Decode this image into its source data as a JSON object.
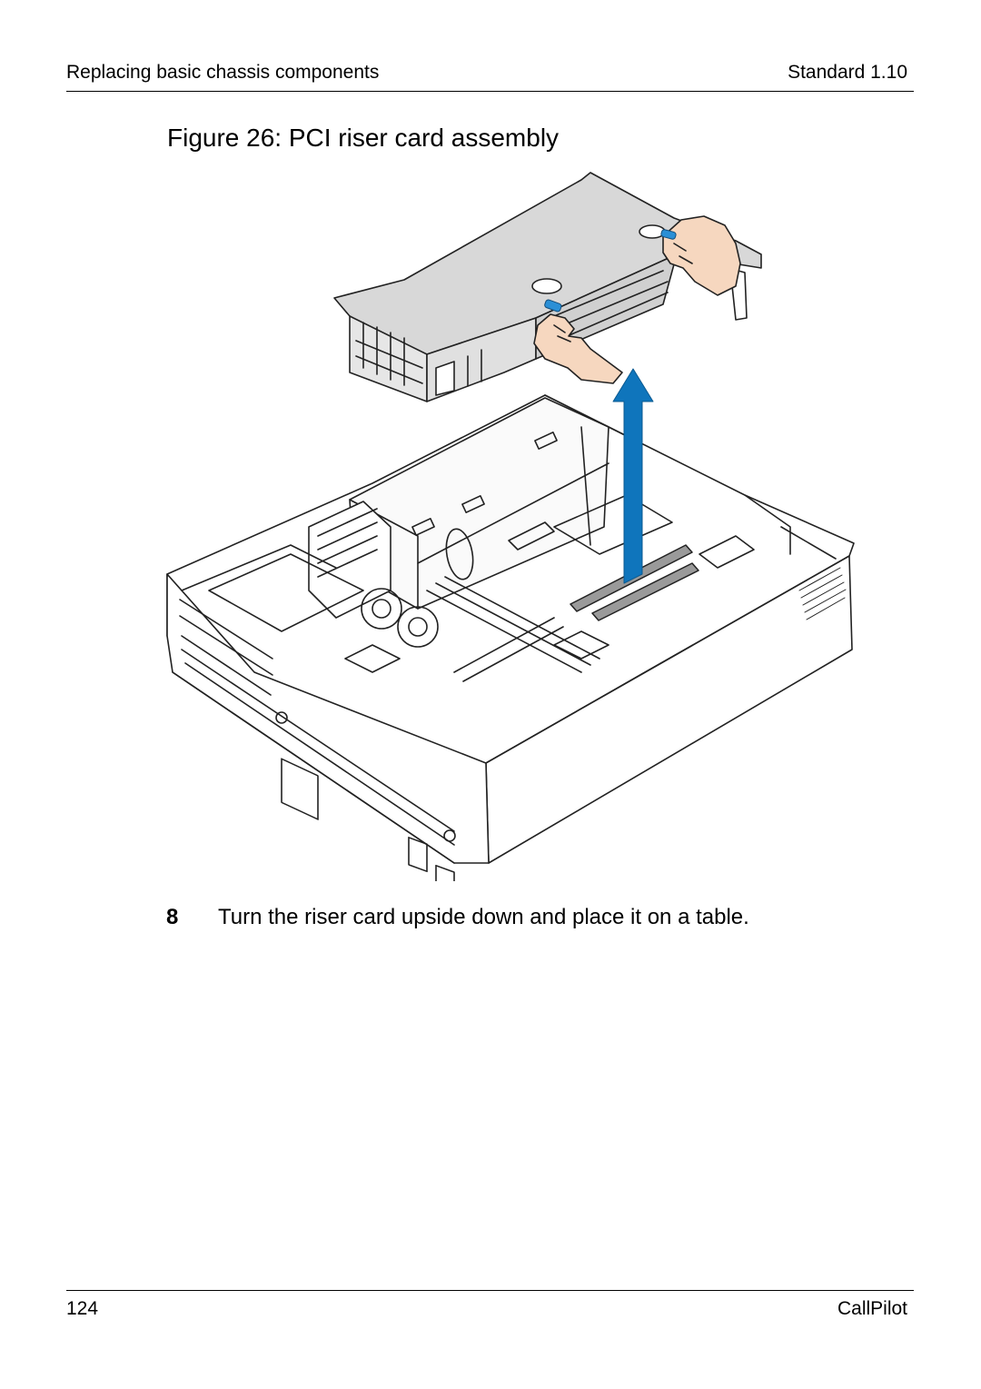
{
  "header": {
    "section": "Replacing basic chassis components",
    "version": "Standard 1.10"
  },
  "figure": {
    "caption": "Figure 26: PCI riser card assembly"
  },
  "steps": [
    {
      "number": "8",
      "text": "Turn the riser card upside down and place it on a table."
    }
  ],
  "footer": {
    "page_number": "124",
    "product": "CallPilot"
  },
  "colors": {
    "arrow": "#0f75bc",
    "tab": "#2a8fd6",
    "riser_cage": "#d8d8d8",
    "skin": "#f6d7bf",
    "line": "#222222"
  }
}
